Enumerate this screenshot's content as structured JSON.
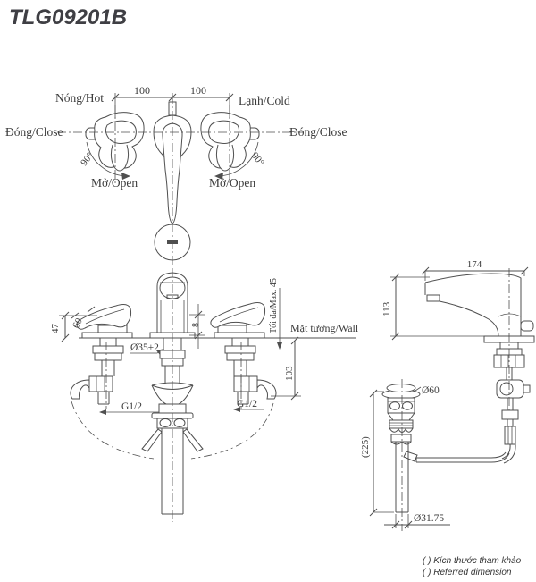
{
  "title": "TLG09201B",
  "colors": {
    "line": "#4f4f4f",
    "text": "#3a3a3a",
    "title_text": "#3f3f44"
  },
  "top_view": {
    "hot": "Nóng/Hot",
    "cold": "Lạnh/Cold",
    "close_left": "Đóng/Close",
    "close_right": "Đóng/Close",
    "open_left": "Mở/Open",
    "open_right": "Mở/Open",
    "angle_left": "90°",
    "angle_right": "90°",
    "handle_spacing_left": "100",
    "handle_spacing_right": "100"
  },
  "front_view": {
    "handle_height": "47",
    "handle_length": "60",
    "spout_edge": "8",
    "hole_diameter": "Ø35±2",
    "max_deck": "Tối đa/Max. 45",
    "wall": "Mặt tường/Wall",
    "under_depth": "103",
    "thread_left": "G1/2",
    "thread_right": "G1/2"
  },
  "side_view": {
    "reach": "174",
    "height": "113",
    "flange_diameter": "Ø60",
    "tail_length": "(225)",
    "pipe_diameter": "Ø31.75"
  },
  "footer": {
    "note_vi": "( ) Kích thước tham khảo",
    "note_en": "( ) Referred dimension"
  }
}
